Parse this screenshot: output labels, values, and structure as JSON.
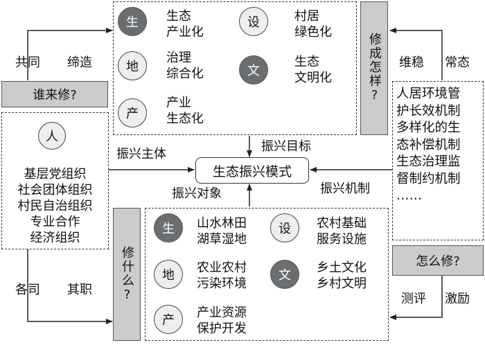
{
  "left": {
    "top_labels": [
      "共同",
      "缔造"
    ],
    "who_box": "谁来修?",
    "person_circle": "人",
    "actors": "基层党组织\n社会团体组织\n村民自治组织\n专业合作\n经济组织",
    "bottom_labels": [
      "各司",
      "其职"
    ]
  },
  "top_box": {
    "items": [
      {
        "char": "生",
        "style": "dark",
        "text": "生态\n产业化"
      },
      {
        "char": "设",
        "style": "light",
        "text": "村居\n绿色化"
      },
      {
        "char": "地",
        "style": "light",
        "text": "治理\n综合化"
      },
      {
        "char": "文",
        "style": "dark",
        "text": "生态\n文明化"
      },
      {
        "char": "产",
        "style": "light",
        "text": "产业\n生态化"
      }
    ]
  },
  "how_result_box": "修成怎样?",
  "right": {
    "top_labels": [
      "维稳",
      "常态"
    ],
    "mechanisms": "人居环境管\n护长效机制\n多样化的生\n态补偿机制\n生态治理监\n督制约机制\n……",
    "how_box": "怎么修?",
    "bottom_labels": [
      "测评",
      "激励"
    ]
  },
  "center": {
    "mode": "生态振兴模式",
    "subject_label": "振兴主体",
    "goal_label": "振兴目标",
    "object_label": "振兴对象",
    "mechanism_label": "振兴机制"
  },
  "what_box": "修什么?",
  "bottom_box": {
    "items": [
      {
        "char": "生",
        "style": "dark",
        "text": "山水林田\n湖草湿地"
      },
      {
        "char": "设",
        "style": "light",
        "text": "农村基础\n服务设施"
      },
      {
        "char": "地",
        "style": "light",
        "text": "农业农村\n污染环境"
      },
      {
        "char": "文",
        "style": "dark",
        "text": "乡土文化\n乡村文明"
      },
      {
        "char": "产",
        "style": "light",
        "text": "产业资源\n保护开发"
      }
    ]
  }
}
